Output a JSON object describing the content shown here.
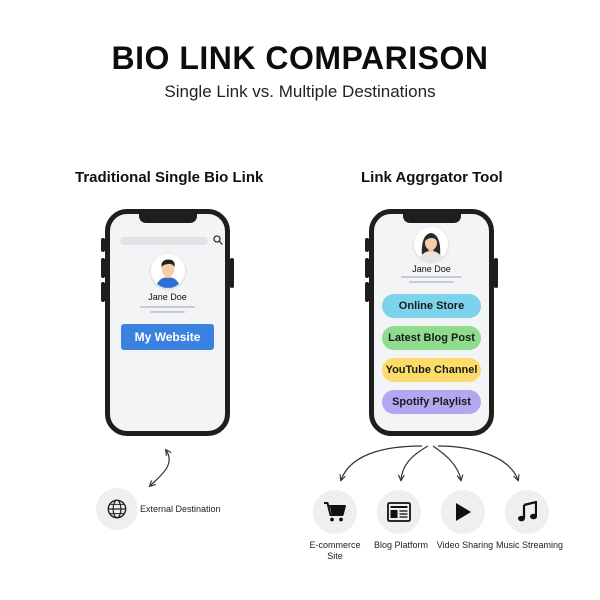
{
  "title": "BIO LINK COMPARISON",
  "subtitle": "Single Link vs. Multiple Destinations",
  "left": {
    "heading": "Traditional Single Bio Link",
    "profile_name": "Jane Doe",
    "button_label": "My Website",
    "button_color": "#3b82e0",
    "destination_label": "External Destination",
    "destination_icon": "globe-icon"
  },
  "right": {
    "heading": "Link Aggrgator Tool",
    "profile_name": "Jane Doe",
    "links": [
      {
        "label": "Online Store",
        "color": "#7dd3ec"
      },
      {
        "label": "Latest Blog Post",
        "color": "#8fdc8f"
      },
      {
        "label": "YouTube Channel",
        "color": "#fbdc6a"
      },
      {
        "label": "Spotify Playlist",
        "color": "#b4a7f2"
      }
    ],
    "destinations": [
      {
        "label": "E-commerce Site",
        "icon": "shopping-cart-icon"
      },
      {
        "label": "Blog Platform",
        "icon": "newspaper-icon"
      },
      {
        "label": "Video Sharing",
        "icon": "play-icon"
      },
      {
        "label": "Music Streaming",
        "icon": "music-note-icon"
      }
    ]
  }
}
